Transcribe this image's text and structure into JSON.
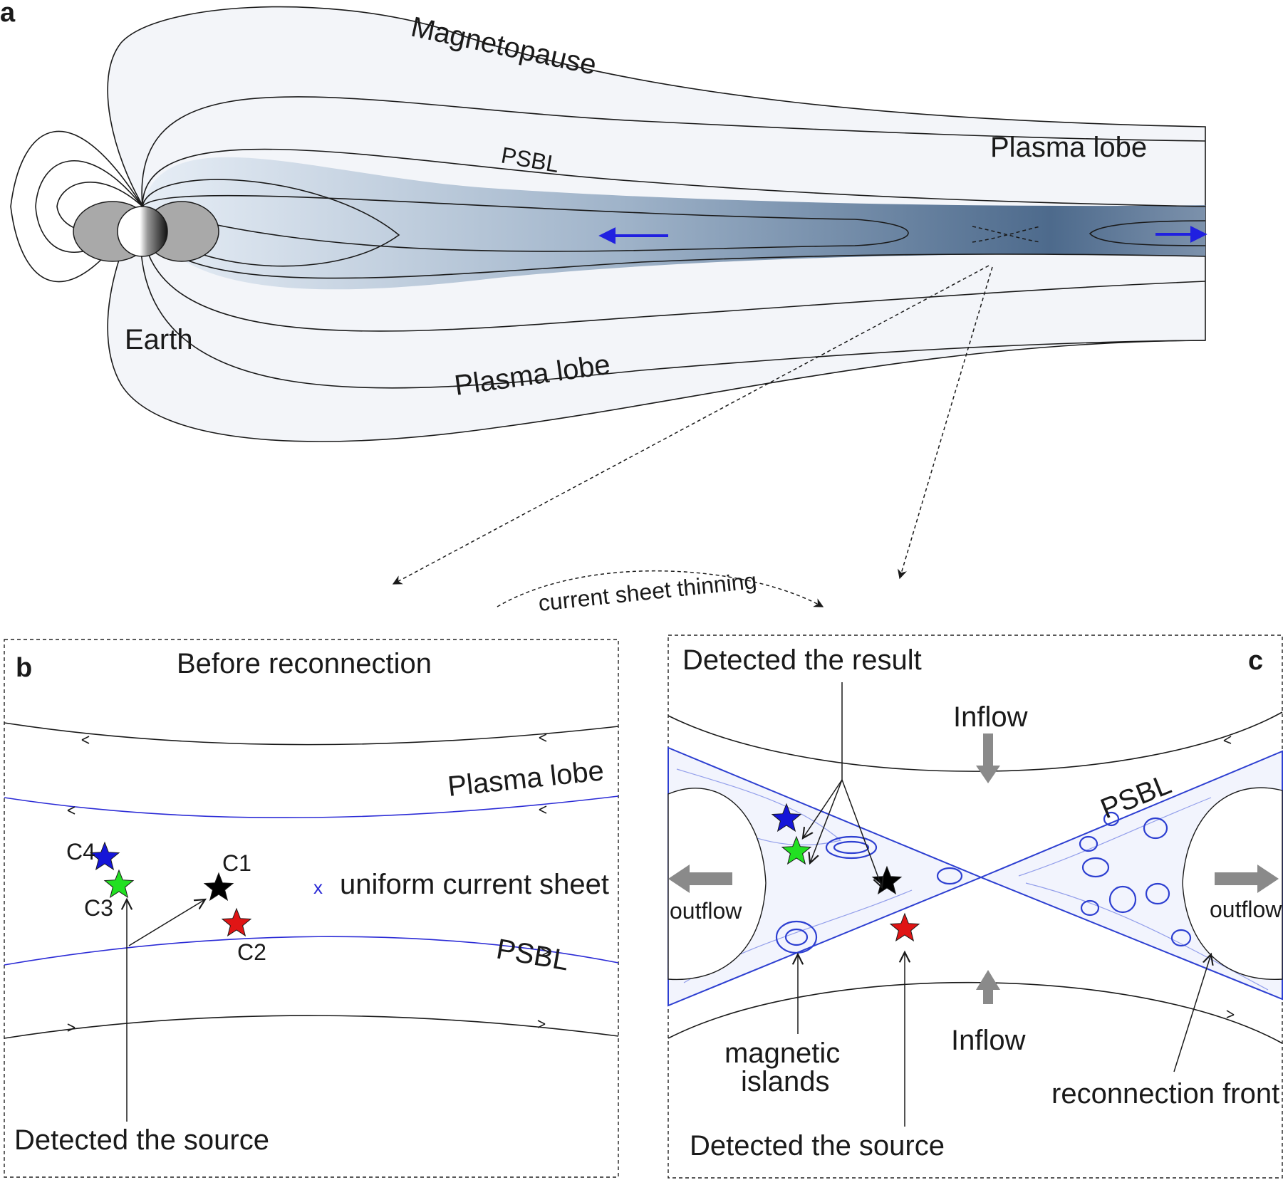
{
  "panels": {
    "a": {
      "letter": "a",
      "labels": {
        "magnetopause": "Magnetopause",
        "plasma_lobe_top": "Plasma lobe",
        "psbl": "PSBL",
        "earth": "Earth",
        "plasma_lobe_bottom": "Plasma lobe"
      }
    },
    "transition": {
      "label": "current sheet thinning"
    },
    "b": {
      "letter": "b",
      "title": "Before reconnection",
      "plasma_lobe": "Plasma lobe",
      "psbl": "PSBL",
      "legend_marker": "x",
      "legend_text": "uniform current sheet",
      "source_label": "Detected the source",
      "stars": [
        {
          "name": "C4",
          "color": "#1515d8"
        },
        {
          "name": "C3",
          "color": "#22e022"
        },
        {
          "name": "C1",
          "color": "#000000"
        },
        {
          "name": "C2",
          "color": "#e01515"
        }
      ]
    },
    "c": {
      "letter": "c",
      "result_label": "Detected the result",
      "inflow_top": "Inflow",
      "inflow_bottom": "Inflow",
      "psbl": "PSBL",
      "outflow_left": "outflow",
      "outflow_right": "outflow",
      "islands_label_1": "magnetic",
      "islands_label_2": "islands",
      "source_label": "Detected the source",
      "front_label": "reconnection front",
      "stars": [
        {
          "name": "blue",
          "color": "#1515d8"
        },
        {
          "name": "green",
          "color": "#22e022"
        },
        {
          "name": "black",
          "color": "#000000"
        },
        {
          "name": "red",
          "color": "#e01515"
        }
      ]
    }
  },
  "colors": {
    "tail_dark": "#4d6a8c",
    "tail_light": "#e7eef6",
    "lobe_fill": "#f3f5f9",
    "flow_arrow": "#2020e0",
    "gray_arrow": "#8a8a8a",
    "island_line": "#2d3fd1"
  }
}
